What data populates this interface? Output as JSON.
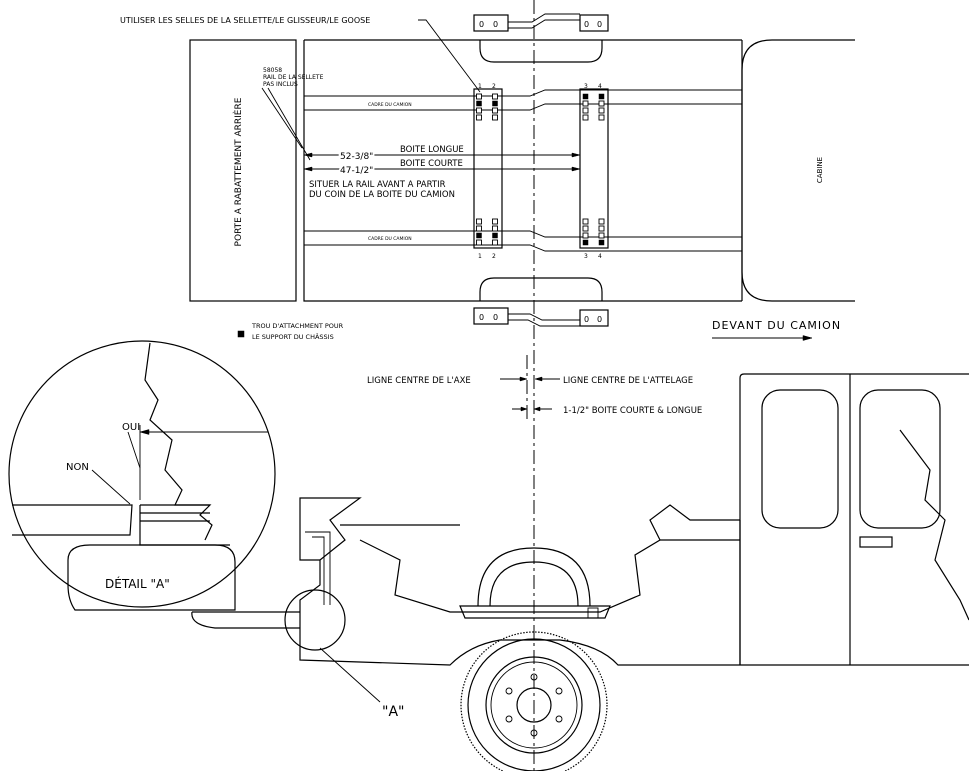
{
  "labels": {
    "top_note": "UTILISER LES SELLES DE LA SELLETTE/LE GLISSEUR/LE GOOSE",
    "part_number": "58058",
    "rail_note_1": "RAIL DE LA SELLETE",
    "rail_note_2": "PAS INCLUS",
    "tailgate": "PORTE A RABATTEMENT ARRIÈRE",
    "frame_upper": "CADRE DU CAMION",
    "frame_lower": "CADRE DU CAMION",
    "cab": "CABINE",
    "long_dim": "52-3/8\"",
    "long_box": "BOITE LONGUE",
    "short_dim": "47-1/2\"",
    "short_box": "BOITE COURTE",
    "front_rail_1": "SITUER LA RAIL AVANT A PARTIR",
    "front_rail_2": "DU COIN DE LA BOITE DU CAMION",
    "legend_1": "TROU D'ATTACHMENT POUR",
    "legend_2": "LE SUPPORT DU CHÂSSIS",
    "front_of_truck": "DEVANT DU CAMION",
    "axle_center": "LIGNE CENTRE DE L'AXE",
    "hitch_center": "LIGNE CENTRE DE L'ATTELAGE",
    "offset": "1-1/2\" BOITE COURTE & LONGUE",
    "yes": "OUI",
    "no": "NON",
    "detail": "DÉTAIL \"A\"",
    "detail_ref": "\"A\"",
    "rail_nums": [
      "1",
      "2",
      "3",
      "4"
    ],
    "bracket_o": "0"
  }
}
